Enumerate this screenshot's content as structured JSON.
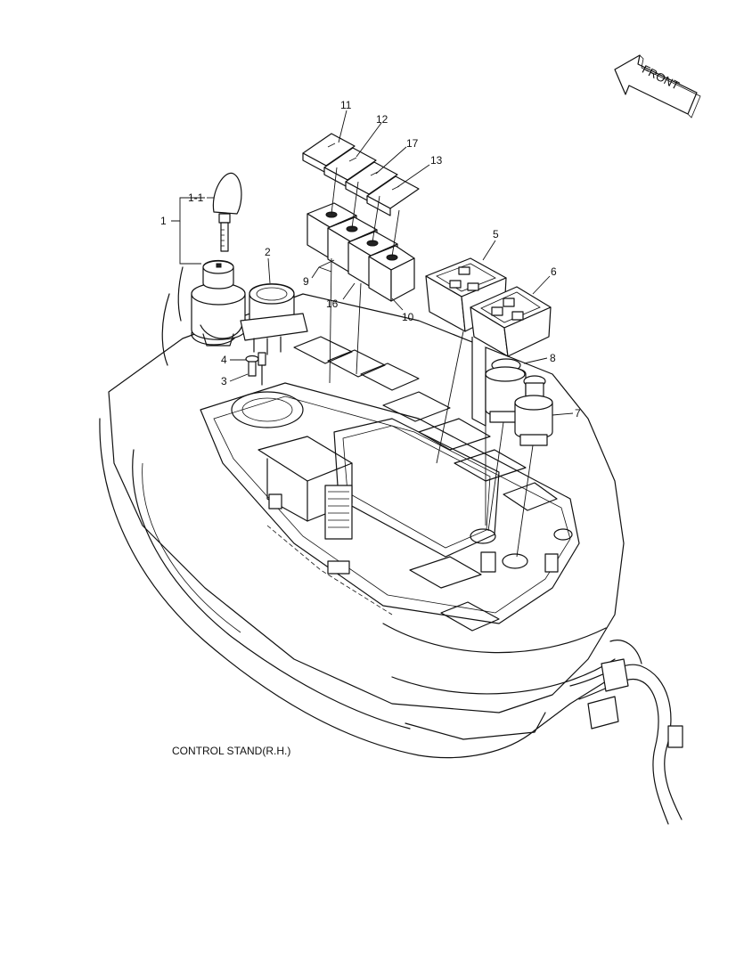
{
  "caption": "CONTROL STAND(R.H.)",
  "front_label": "FRONT",
  "callouts": [
    {
      "id": "c1",
      "label": "1"
    },
    {
      "id": "c1-1",
      "label": "1-1"
    },
    {
      "id": "c2",
      "label": "2"
    },
    {
      "id": "c3",
      "label": "3"
    },
    {
      "id": "c4",
      "label": "4"
    },
    {
      "id": "c5",
      "label": "5"
    },
    {
      "id": "c6",
      "label": "6"
    },
    {
      "id": "c7",
      "label": "7"
    },
    {
      "id": "c8",
      "label": "8"
    },
    {
      "id": "c9",
      "label": "9"
    },
    {
      "id": "c10",
      "label": "10"
    },
    {
      "id": "c11",
      "label": "11"
    },
    {
      "id": "c12",
      "label": "12"
    },
    {
      "id": "c13",
      "label": "13"
    },
    {
      "id": "c16",
      "label": "16"
    },
    {
      "id": "c17",
      "label": "17"
    }
  ]
}
